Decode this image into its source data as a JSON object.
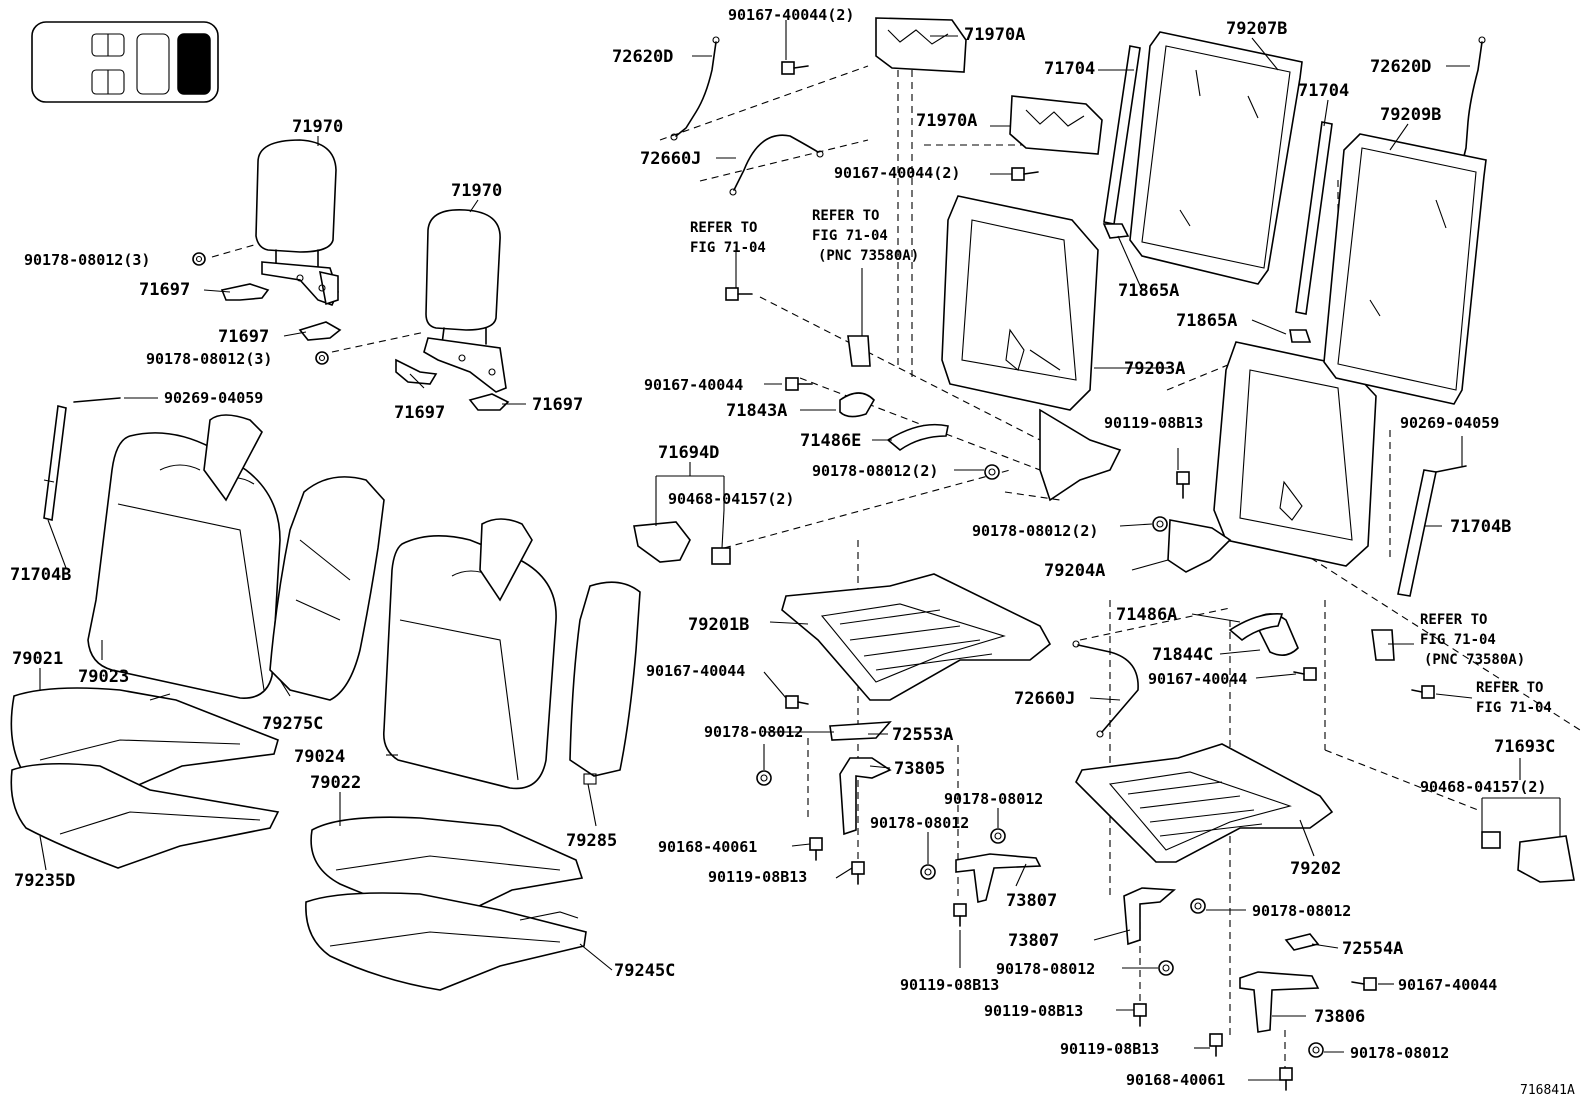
{
  "figure_id": "716841A",
  "locator": {
    "icon": "vehicle-seat-row-locator-icon",
    "highlighted_position": "rear-right"
  },
  "labels": {
    "l01": "71970",
    "l02": "71970",
    "l03": "90178-08012(3)",
    "l04": "71697",
    "l05": "71697",
    "l06": "90178-08012(3)",
    "l07": "71697",
    "l08": "71697",
    "l09": "90269-04059",
    "l10": "71704B",
    "l11": "79021",
    "l12": "79023",
    "l13": "79275C",
    "l14": "79024",
    "l15": "79022",
    "l16": "79285",
    "l17": "79235D",
    "l18": "79245C",
    "l19": "90167-40044(2)",
    "l20": "71970A",
    "l21": "72620D",
    "l22": "72660J",
    "l23": "71970A",
    "l24": "90167-40044(2)",
    "l25": "71704",
    "l26": "79207B",
    "l27": "71704",
    "l28": "72620D",
    "l29": "79209B",
    "l30": "71865A",
    "l31": "71865A",
    "l32": "79203A",
    "l33": "90167-40044",
    "l34": "71843A",
    "l35": "71486E",
    "l36": "90178-08012(2)",
    "l37": "71694D",
    "l38": "90468-04157(2)",
    "l39": "90119-08B13",
    "l40": "90178-08012(2)",
    "l41": "79204A",
    "l42": "90269-04059",
    "l43": "71704B",
    "l44": "79201B",
    "l45": "71486A",
    "l46": "71844C",
    "l47": "90167-40044",
    "l48": "72660J",
    "l49": "90167-40044",
    "l50": "90178-08012",
    "l51": "72553A",
    "l52": "73805",
    "l53": "90178-08012",
    "l54": "90178-08012",
    "l55": "90168-40061",
    "l56": "90119-08B13",
    "l57": "73807",
    "l58": "79202",
    "l59": "71693C",
    "l60": "90468-04157(2)",
    "l61": "73807",
    "l62": "90178-08012",
    "l63": "90178-08012",
    "l64": "72554A",
    "l65": "90119-08B13",
    "l66": "90119-08B13",
    "l67": "90167-40044",
    "l68": "73806",
    "l69": "90119-08B13",
    "l70": "90178-08012",
    "l71": "90168-40061"
  },
  "references": {
    "r1": {
      "line1": "REFER TO",
      "line2": "FIG 71-04"
    },
    "r2": {
      "line1": "REFER TO",
      "line2": "FIG 71-04",
      "line3": "(PNC 73580A)"
    },
    "r3": {
      "line1": "REFER TO",
      "line2": "FIG 71-04",
      "line3": "(PNC 73580A)"
    },
    "r4": {
      "line1": "REFER TO",
      "line2": "FIG 71-04"
    }
  }
}
